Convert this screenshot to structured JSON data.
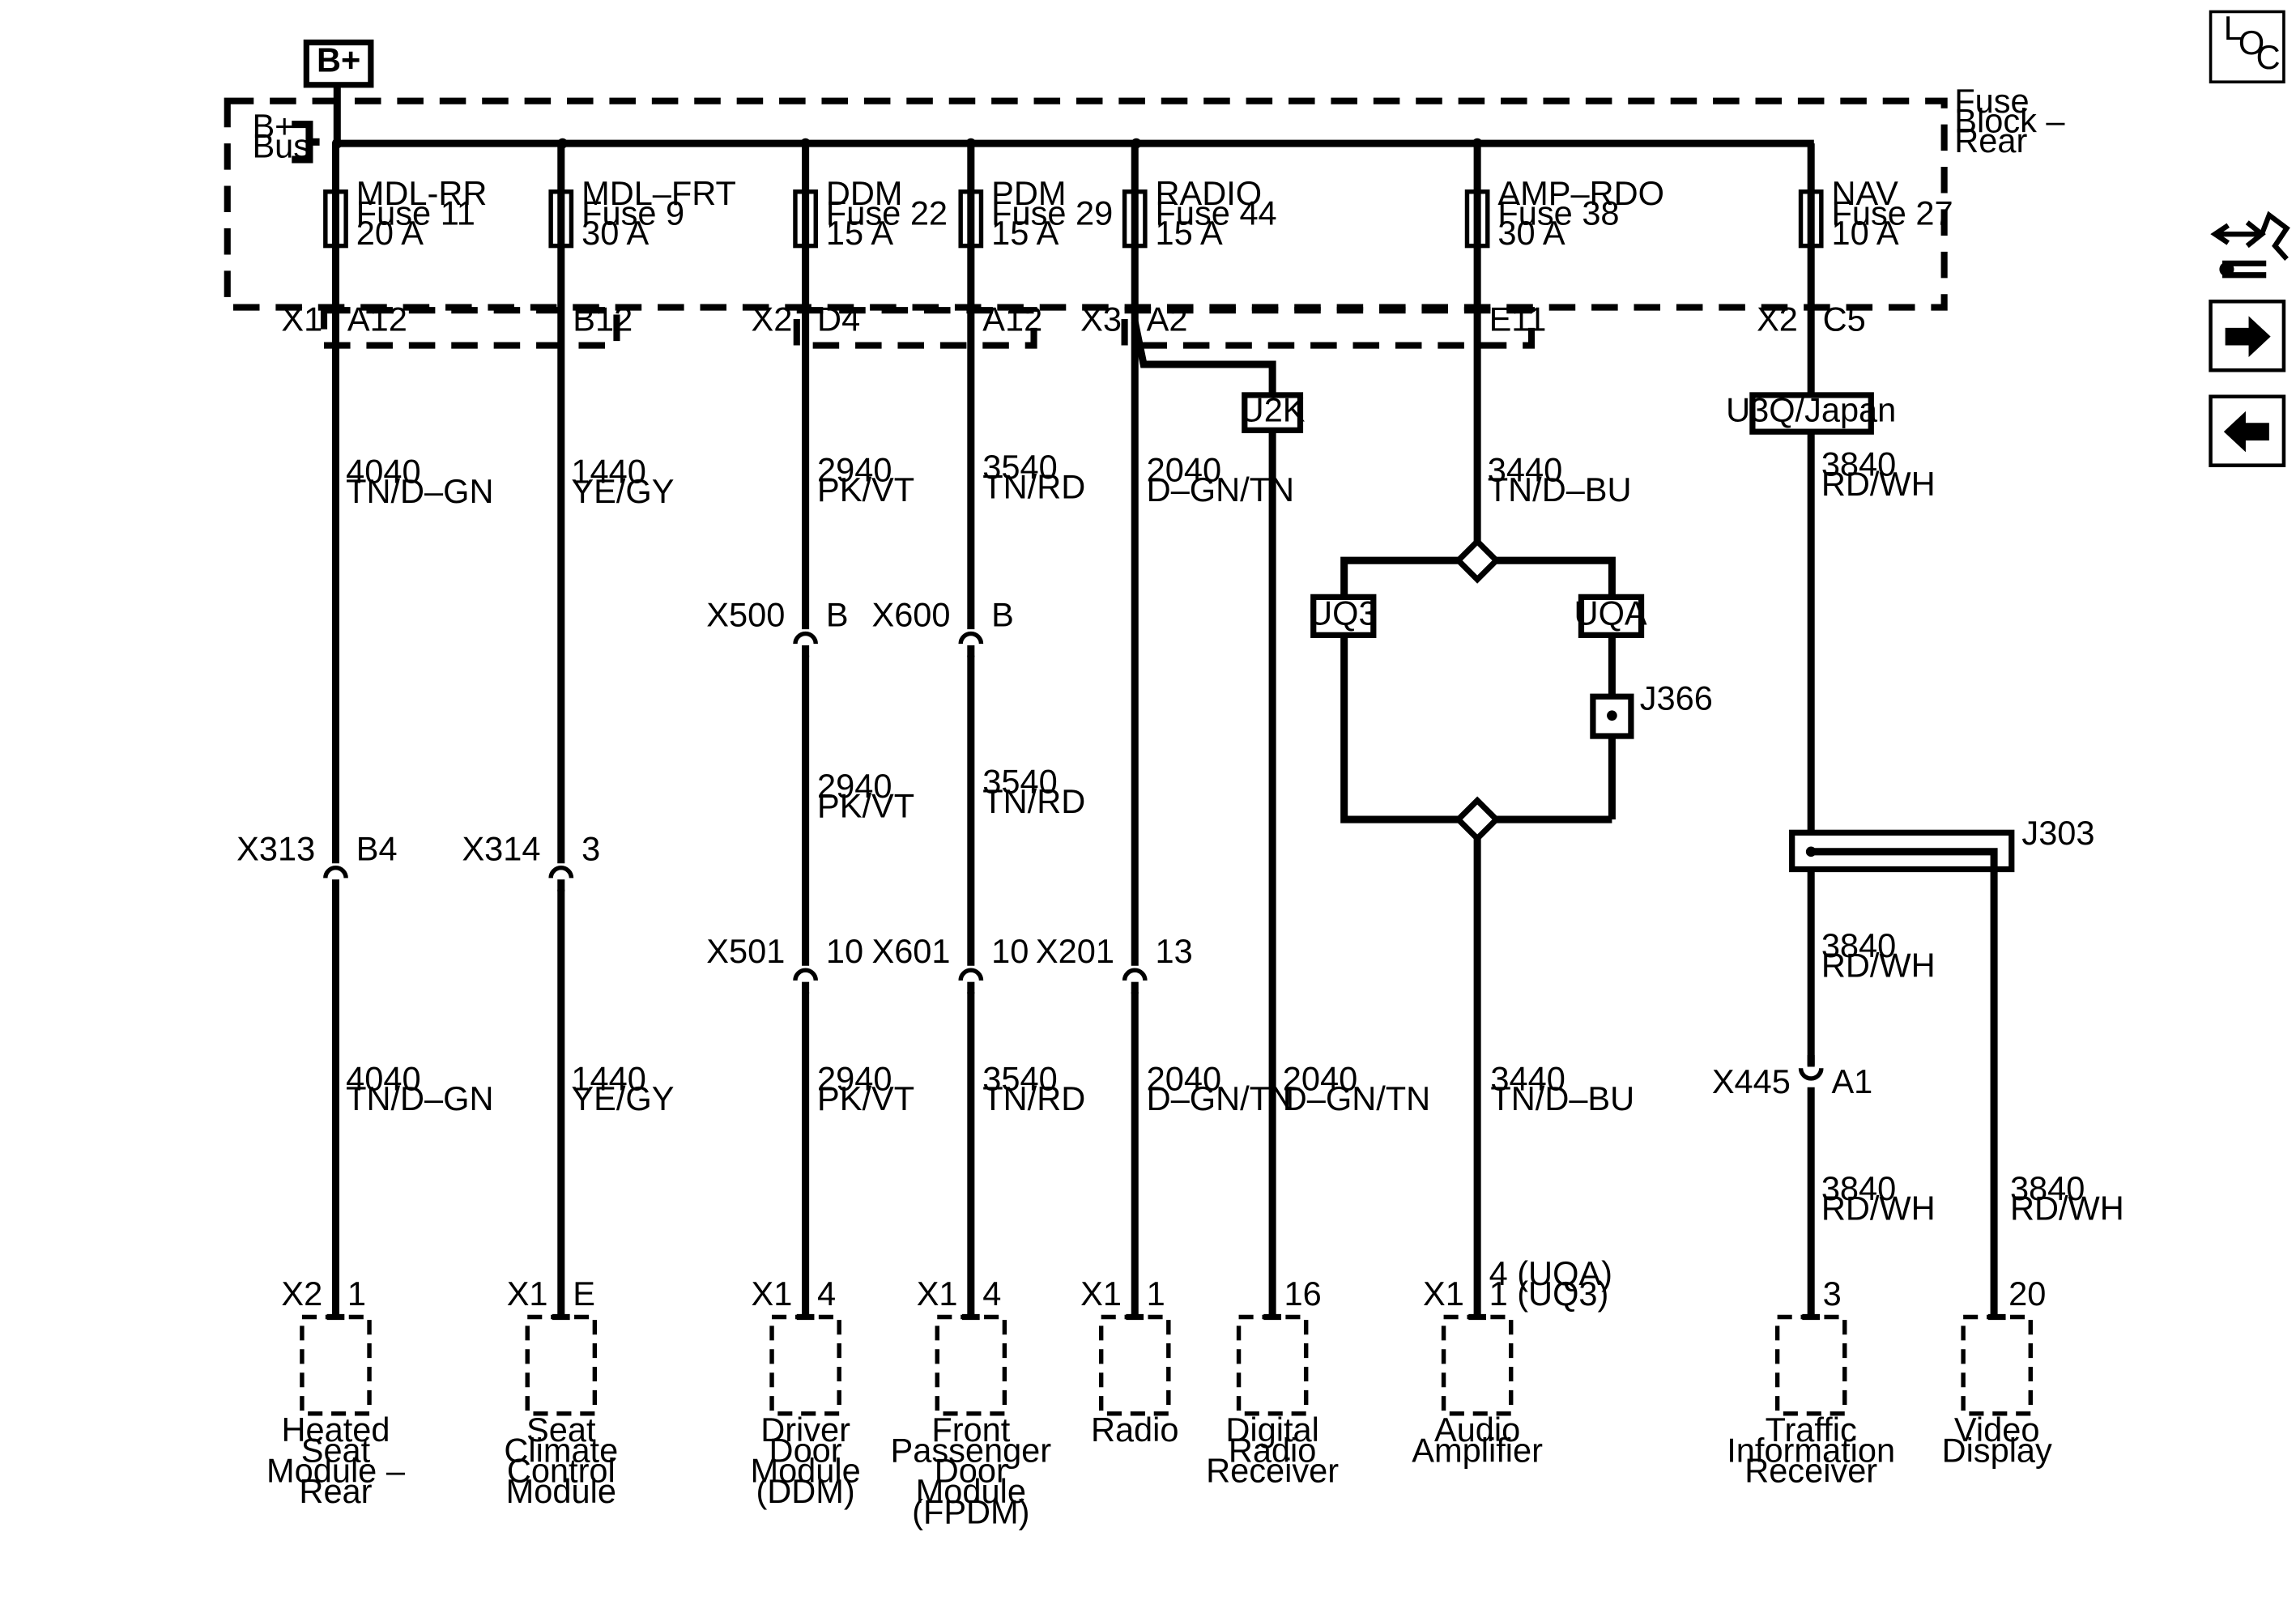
{
  "power": {
    "bplus": "B+",
    "bus_label": "B+\nBus"
  },
  "fuse_block": {
    "label": "Fuse\nBlock –\nRear"
  },
  "fuses": [
    {
      "name": "MDL-RR",
      "fuse": "Fuse 11",
      "rating": "20 A"
    },
    {
      "name": "MDL–FRT",
      "fuse": "Fuse 9",
      "rating": "30 A"
    },
    {
      "name": "DDM",
      "fuse": "Fuse 22",
      "rating": "15 A"
    },
    {
      "name": "PDM",
      "fuse": "Fuse 29",
      "rating": "15 A"
    },
    {
      "name": "RADIO",
      "fuse": "Fuse 44",
      "rating": "15 A"
    },
    {
      "name": "AMP–RDO",
      "fuse": "Fuse 38",
      "rating": "30 A"
    },
    {
      "name": "NAV",
      "fuse": "Fuse 27",
      "rating": "10 A"
    }
  ],
  "block_connectors": [
    {
      "conn": "X1",
      "pin": "A12"
    },
    {
      "pin": "B12"
    },
    {
      "conn": "X2",
      "pin": "D4"
    },
    {
      "pin": "A12"
    },
    {
      "conn": "X3",
      "pin": "A2"
    },
    {
      "pin": "E11"
    },
    {
      "conn": "X2",
      "pin": "C5"
    }
  ],
  "options": {
    "u2k": "U2K",
    "u3q": "U3Q/Japan",
    "uq3": "UQ3",
    "uqa": "UQA"
  },
  "splices": {
    "j366": "J366",
    "j303": "J303"
  },
  "wires": {
    "w4040a": "4040\nTN/D–GN",
    "w4040b": "4040\nTN/D–GN",
    "w1440a": "1440\nYE/GY",
    "w1440b": "1440\nYE/GY",
    "w2940a": "2940\nPK/VT",
    "w2940b": "2940\nPK/VT",
    "w2940c": "2940\nPK/VT",
    "w3540a": "3540\nTN/RD",
    "w3540b": "3540\nTN/RD",
    "w3540c": "3540\nTN/RD",
    "w2040a": "2040\nD–GN/TN",
    "w2040b": "2040\nD–GN/TN",
    "w2040c": "2040\nD–GN/TN",
    "w3440a": "3440\nTN/D–BU",
    "w3440b": "3440\nTN/D–BU",
    "w3840a": "3840\nRD/WH",
    "w3840b": "3840\nRD/WH",
    "w3840c": "3840\nRD/WH",
    "w3840d": "3840\nRD/WH"
  },
  "inline_connectors": [
    {
      "conn": "X313",
      "pin": "B4"
    },
    {
      "conn": "X314",
      "pin": "3"
    },
    {
      "conn": "X500",
      "pin": "B"
    },
    {
      "conn": "X600",
      "pin": "B"
    },
    {
      "conn": "X501",
      "pin": "10"
    },
    {
      "conn": "X601",
      "pin": "10"
    },
    {
      "conn": "X201",
      "pin": "13"
    },
    {
      "conn": "X445",
      "pin": "A1"
    }
  ],
  "modules": [
    {
      "conn": "X2",
      "pin": "1",
      "name": "Heated\nSeat\nModule –\nRear"
    },
    {
      "conn": "X1",
      "pin": "E",
      "name": "Seat\nClimate\nControl\nModule"
    },
    {
      "conn": "X1",
      "pin": "4",
      "name": "Driver\nDoor\nModule\n(DDM)"
    },
    {
      "conn": "X1",
      "pin": "4",
      "name": "Front\nPassenger\nDoor\nModule\n(FPDM)"
    },
    {
      "conn": "X1",
      "pin": "1",
      "name": "Radio"
    },
    {
      "conn": "",
      "pin": "16",
      "name": "Digital\nRadio\nReceiver"
    },
    {
      "conn": "X1",
      "pin": "4 (UQA)\n1 (UQ3)",
      "name": "Audio\nAmplifier"
    },
    {
      "conn": "",
      "pin": "3",
      "name": "Traffic\nInformation\nReceiver"
    },
    {
      "conn": "",
      "pin": "20",
      "name": "Video\nDisplay"
    }
  ],
  "nav_icons": {
    "loc_l": "L",
    "loc_o": "O",
    "loc_c": "C",
    "location": "location-icon",
    "component": "component-view-icon",
    "next": "next-page-arrow-icon",
    "prev": "previous-page-arrow-icon"
  }
}
